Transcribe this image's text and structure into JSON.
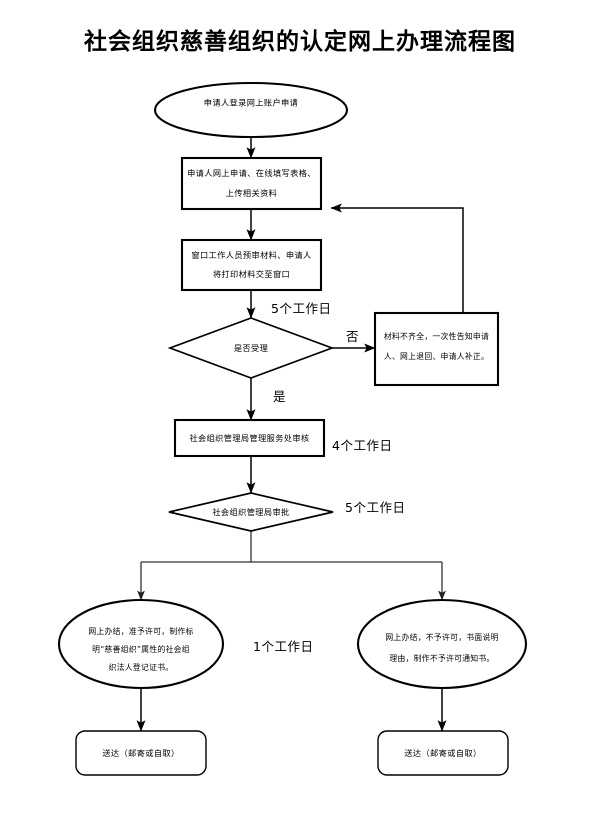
{
  "page": {
    "title": "社会组织慈善组织的认定网上办理流程图",
    "background": "#ffffff",
    "line_color": "#000000"
  },
  "nodes": {
    "start": {
      "shape": "ellipse",
      "text": "申请人登录网上账户申请"
    },
    "apply_online": {
      "shape": "rect",
      "line1": "申请人网上申请、在线填写表格、",
      "line2": "上传相关资料"
    },
    "window_precheck": {
      "shape": "rect",
      "line1": "窗口工作人员预审材料、申请人",
      "line2": "将打印材料交至窗口"
    },
    "decision_accept": {
      "shape": "diamond",
      "text": "是否受理"
    },
    "return_for_fix": {
      "shape": "rect",
      "line1": "材料不齐全，一次性告知申请",
      "line2": "人、网上退回、申请人补正。"
    },
    "bureau_review": {
      "shape": "rect",
      "text": "社会组织管理局管理服务处审核"
    },
    "decision_approve": {
      "shape": "diamond",
      "text": "社会组织管理局审批"
    },
    "result_approved": {
      "shape": "ellipse",
      "line1": "网上办结，准予许可，制作标",
      "line2": "明“慈善组织”属性的社会组",
      "line3": "织法人登记证书。"
    },
    "result_denied": {
      "shape": "ellipse",
      "line1": "网上办结，不予许可，书面说明",
      "line2": "理由，制作不予许可通知书。"
    },
    "deliver_left": {
      "shape": "rounded-rect",
      "text": "送达（邮寄或自取）"
    },
    "deliver_right": {
      "shape": "rounded-rect",
      "text": "送达（邮寄或自取）"
    }
  },
  "labels": {
    "days_precheck": "5个工作日",
    "branch_no": "否",
    "branch_yes": "是",
    "days_review": "4个工作日",
    "days_approve": "5个工作日",
    "days_deliver": "1个工作日"
  }
}
